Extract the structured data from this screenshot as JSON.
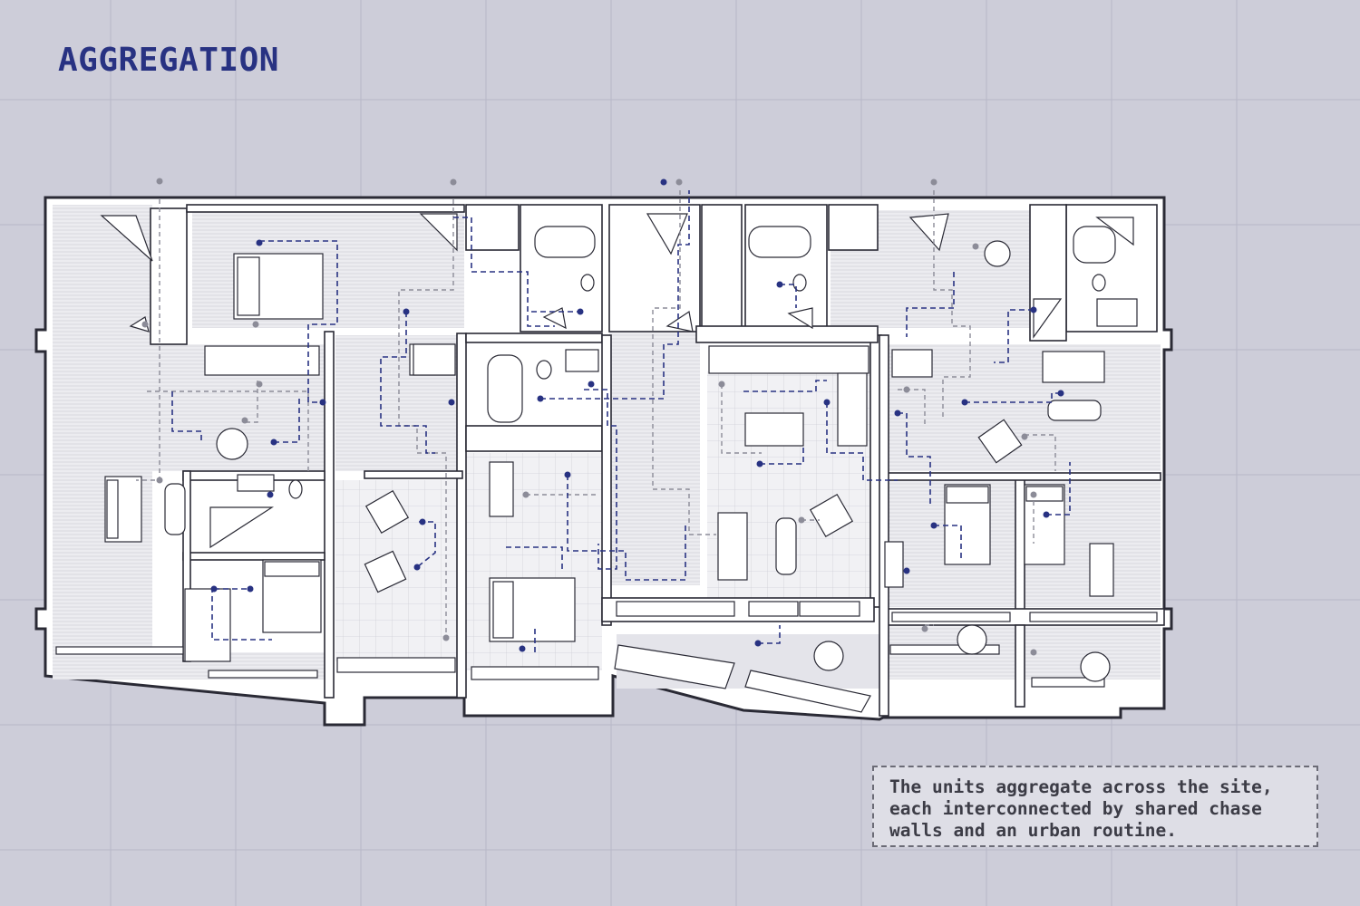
{
  "page": {
    "title": "AGGREGATION",
    "caption_lines": [
      "The units aggregate across the site,",
      "each interconnected by shared chase",
      "walls and an urban routine."
    ]
  },
  "colors": {
    "background": "#cdcdd9",
    "grid": "#b8b8c8",
    "title": "#283282",
    "wall_cut": "#ffffff",
    "wall_outline": "#2a2a35",
    "floor": "#ececf0",
    "floor_lines": "#d2d2da",
    "route_dashed": "#283282",
    "route_gray": "#8c8c98",
    "node_dot": "#283282"
  },
  "legend_icons": {
    "nodes": "path-node-dot",
    "paths": "daily-routine-dashed-path",
    "furniture": [
      "bed",
      "sofa",
      "armchair",
      "dining-table",
      "round-table",
      "bathtub",
      "toilet",
      "sink",
      "kitchen-counter",
      "window"
    ]
  }
}
